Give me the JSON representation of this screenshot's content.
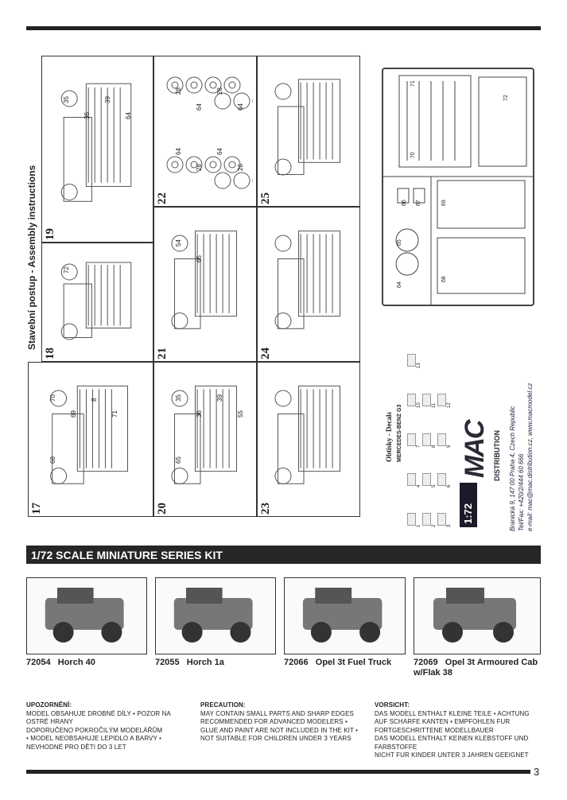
{
  "assembly": {
    "title": "Stavební postup - Assembly instructions",
    "steps": [
      {
        "n": "17",
        "parts": [
          "70",
          "69",
          "8",
          "71",
          "68"
        ]
      },
      {
        "n": "18",
        "parts": [
          "72"
        ]
      },
      {
        "n": "19",
        "parts": [
          "35",
          "36",
          "39",
          "64"
        ]
      },
      {
        "n": "20",
        "parts": [
          "35",
          "36",
          "39",
          "55",
          "65"
        ]
      },
      {
        "n": "21",
        "parts": [
          "54",
          "65"
        ]
      },
      {
        "n": "22",
        "parts": [
          "28",
          "64",
          "28",
          "64",
          "64",
          "28",
          "64",
          "28"
        ]
      },
      {
        "n": "23",
        "parts": []
      },
      {
        "n": "24",
        "parts": []
      },
      {
        "n": "25",
        "parts": []
      }
    ]
  },
  "sprue": {
    "parts": [
      "71",
      "70",
      "72",
      "66",
      "67",
      "69",
      "65",
      "64",
      "68"
    ]
  },
  "decals": {
    "title": "Obtisky - Decals",
    "label": "MERCEDES-BENZ G3",
    "numbers": [
      "1",
      "2",
      "3",
      "4",
      "5",
      "6",
      "7",
      "8",
      "9",
      "10",
      "11",
      "12",
      "13"
    ]
  },
  "logo": {
    "scale": "1:72",
    "brand": "MAC",
    "sub": "DISTRIBUTION"
  },
  "contact": {
    "line1": "Branická 9, 147 00 Praha 4, Czech Republic",
    "line2": "Tel/Fax: +420/2/444 60 666",
    "line3": "e-mail: mac@mac.distribution.cz, www.macmodel.cz"
  },
  "banner": "1/72 SCALE MINIATURE SERIES KIT",
  "kits": [
    {
      "code": "72054",
      "name": "Horch 40"
    },
    {
      "code": "72055",
      "name": "Horch 1a"
    },
    {
      "code": "72066",
      "name": "Opel 3t Fuel Truck"
    },
    {
      "code": "72069",
      "name": "Opel 3t Armoured Cab w/Flak 38"
    }
  ],
  "warnings": [
    {
      "title": "UPOZORNĚNÍ:",
      "text": "Model obsahuje drobné díly • pozor na ostré hrany\nDoporučeno pokročilým modelářům\n• Model neobsahuje lepidlo a barvy •\nNevhodné pro děti do 3 let"
    },
    {
      "title": "PRECAUTION:",
      "text": "May contain small parts and sharp edges\nRecommended for advanced modelers •\nGlue and paint are not included in the kit •\nNot suitable for children under 3 years"
    },
    {
      "title": "VORSICHT:",
      "text": "Das Modell enthalt kleine Teile • Achtung auf scharfe Kanten • Empfohlen fur fortgeschrittene Modellbauer\nDas Modell enthalt keinen Klebstoff und Farbstoffe\nNicht fur Kinder unter 3 Jahren geeignet"
    }
  ],
  "page_number": "3"
}
